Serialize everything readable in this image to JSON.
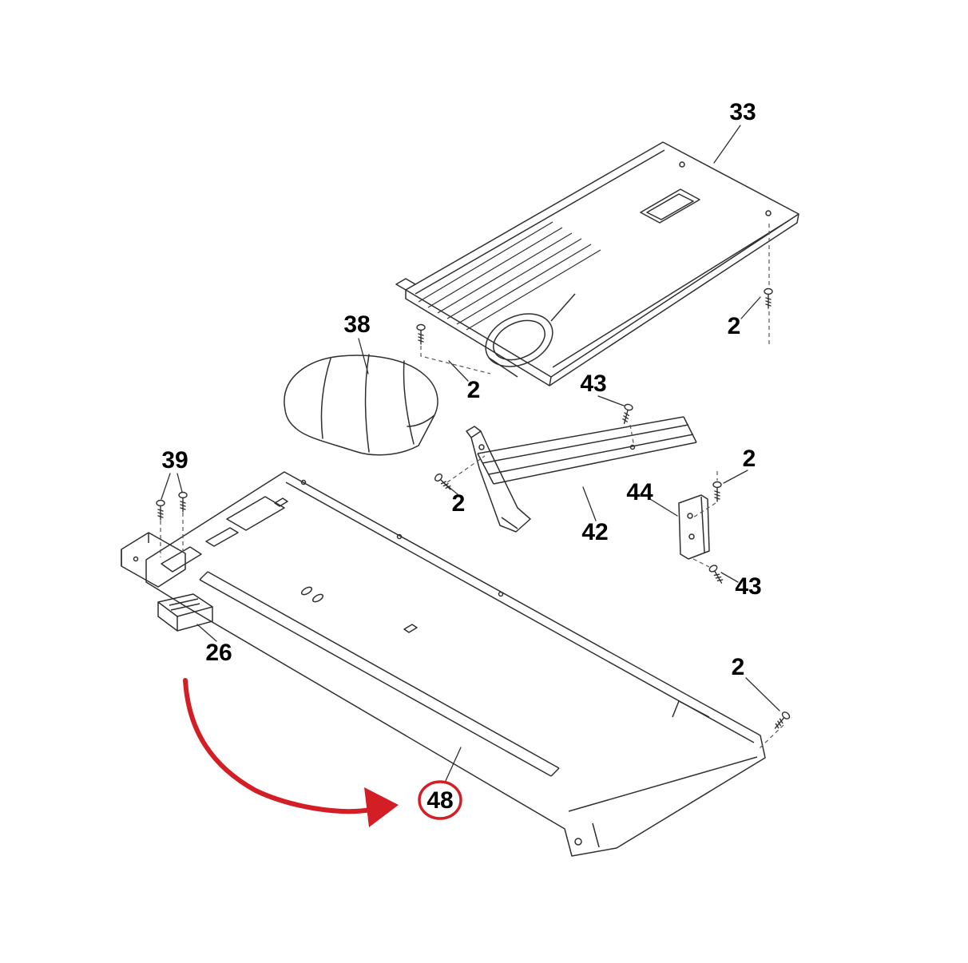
{
  "diagram": {
    "title": "Exploded parts diagram - appliance lower panel assembly",
    "type": "exploded-parts-diagram",
    "line_color": "#2f2f2f",
    "dash_color": "#555555",
    "accent_color": "#d31e25",
    "background_color": "#ffffff"
  },
  "highlight": {
    "part_number": "48",
    "circled": true,
    "arrow": true
  },
  "labels": [
    {
      "id": "33",
      "text": "33"
    },
    {
      "id": "2-top-right",
      "text": "2"
    },
    {
      "id": "38",
      "text": "38"
    },
    {
      "id": "2-duct",
      "text": "2"
    },
    {
      "id": "43-upper",
      "text": "43"
    },
    {
      "id": "2-rail",
      "text": "2"
    },
    {
      "id": "42",
      "text": "42"
    },
    {
      "id": "44",
      "text": "44"
    },
    {
      "id": "2-bracket",
      "text": "2"
    },
    {
      "id": "43-lower",
      "text": "43"
    },
    {
      "id": "39",
      "text": "39"
    },
    {
      "id": "26",
      "text": "26"
    },
    {
      "id": "48",
      "text": "48"
    },
    {
      "id": "2-bottom-right",
      "text": "2"
    }
  ]
}
